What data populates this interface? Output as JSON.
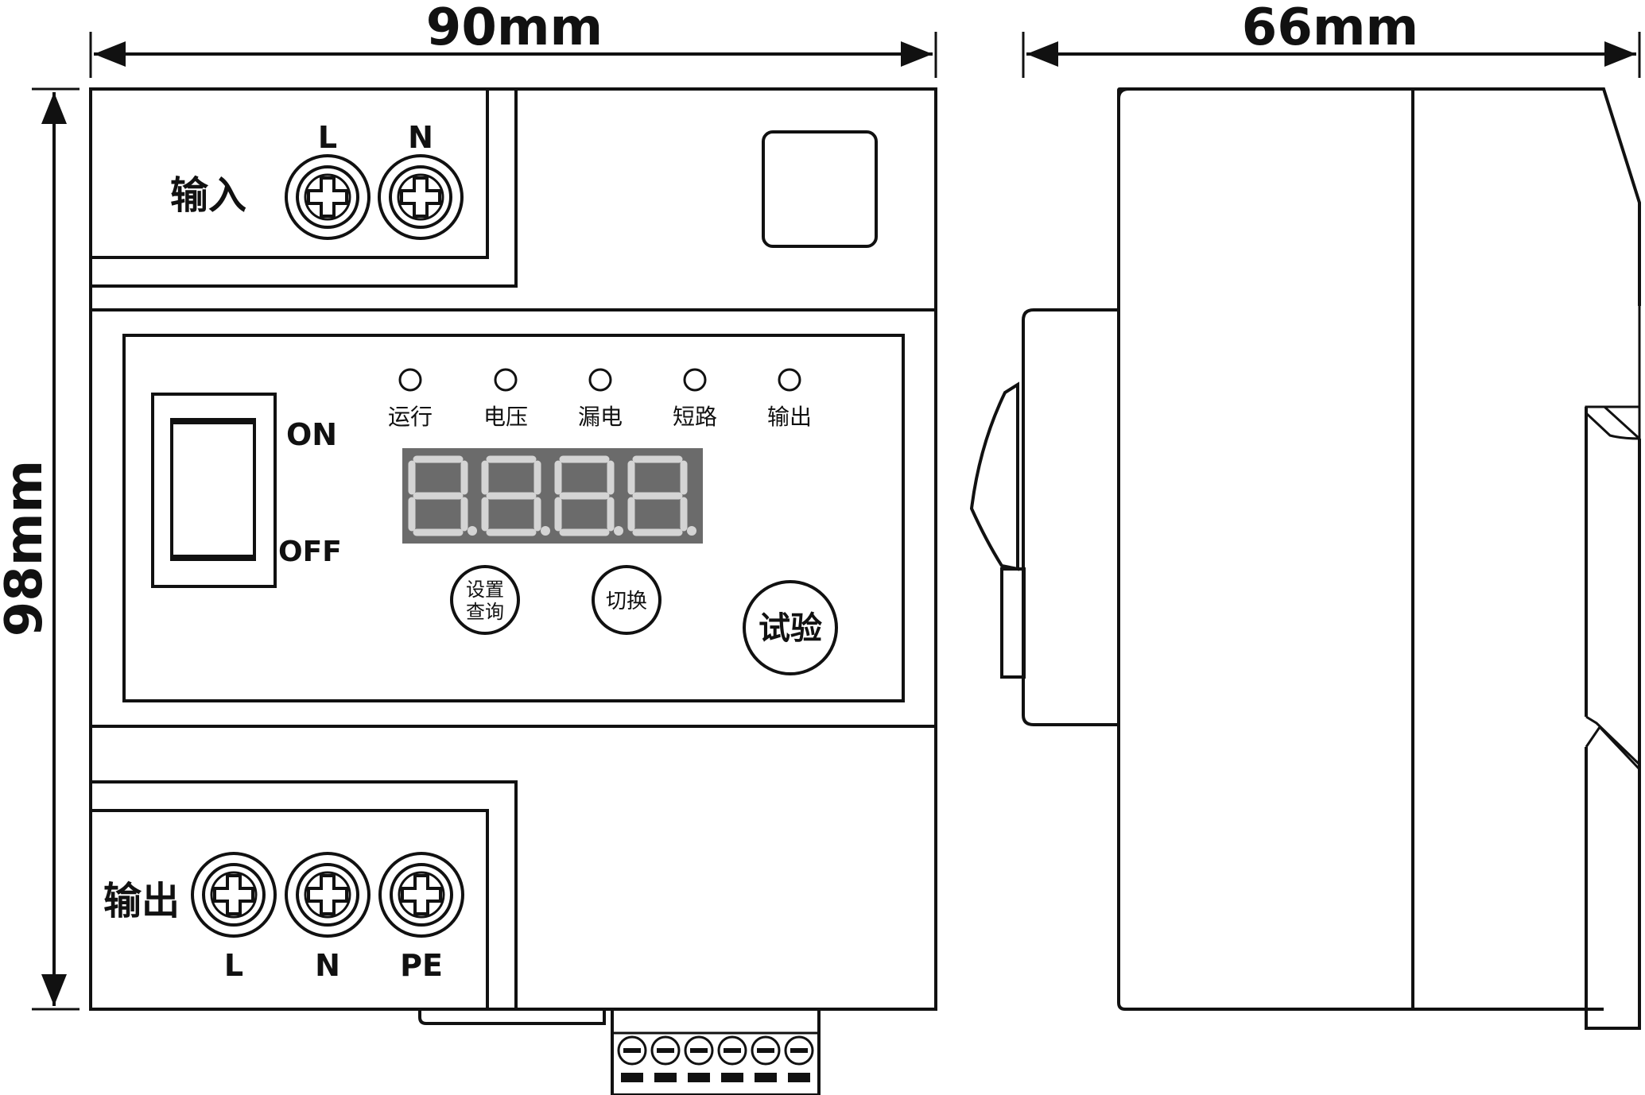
{
  "dimensions": {
    "width_front": "90mm",
    "height_front": "98mm",
    "width_side": "66mm"
  },
  "input_terminal": {
    "label": "输入",
    "terminals": [
      "L",
      "N"
    ]
  },
  "output_terminal": {
    "label": "输出",
    "terminals": [
      "L",
      "N",
      "PE"
    ]
  },
  "switch": {
    "on_label": "ON",
    "off_label": "OFF"
  },
  "indicators": [
    "运行",
    "电压",
    "漏电",
    "短路",
    "输出"
  ],
  "display": {
    "digits": [
      "8.",
      "8.",
      "8.",
      "8."
    ],
    "color": "#6b6b6b"
  },
  "buttons": {
    "set_query_line1": "设置",
    "set_query_line2": "查询",
    "switch_btn": "切换",
    "test_btn": "试验"
  },
  "bottom_connector": {
    "screw_count": 6
  }
}
